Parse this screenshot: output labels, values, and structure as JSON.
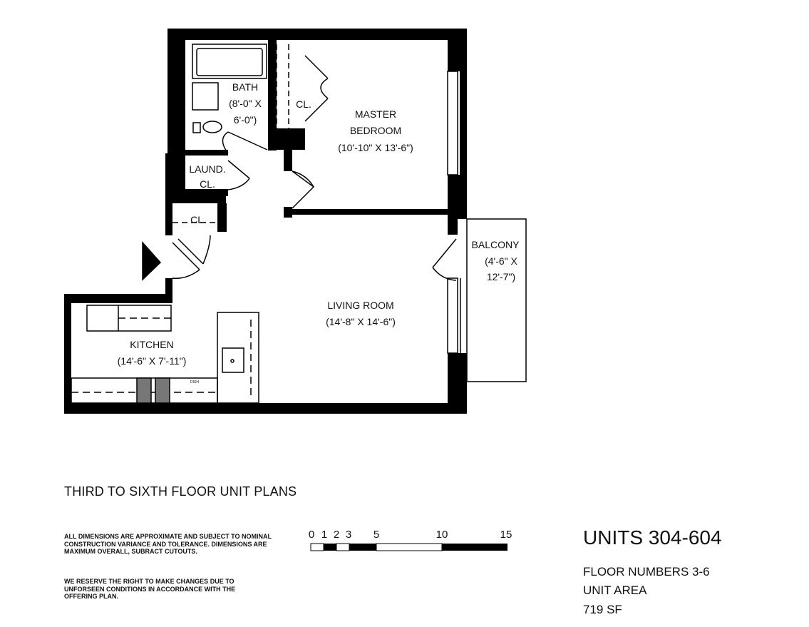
{
  "plan": {
    "rooms": {
      "bath": {
        "name": "BATH",
        "dim1": "(8'-0\" X",
        "dim2": "6'-0\")"
      },
      "closet_bedroom": {
        "name": "CL."
      },
      "master_bedroom": {
        "name1": "MASTER",
        "name2": "BEDROOM",
        "dims": "(10'-10\" X 13'-6\")"
      },
      "laundry": {
        "name1": "LAUND.",
        "name2": "CL."
      },
      "closet_entry": {
        "name": "CL."
      },
      "balcony": {
        "name": "BALCONY",
        "dim1": "(4'-6\" X",
        "dim2": "12'-7\")"
      },
      "living_room": {
        "name": "LIVING ROOM",
        "dims": "(14'-8\" X 14'-6\")"
      },
      "kitchen": {
        "name": "KITCHEN",
        "dims": "(14'-6\" X 7'-11\")",
        "dishwasher": "DISH"
      }
    }
  },
  "title": "THIRD TO SIXTH FLOOR UNIT PLANS",
  "disclaimer": {
    "p1": "ALL DIMENSIONS ARE APPROXIMATE AND SUBJECT TO NOMINAL CONSTRUCTION VARIANCE AND TOLERANCE. DIMENSIONS ARE MAXIMUM OVERALL, SUBRACT CUTOUTS.",
    "p2": "WE RESERVE THE RIGHT TO MAKE CHANGES DUE TO UNFORSEEN CONDITIONS IN ACCORDANCE WITH THE OFFERING PLAN."
  },
  "scale_bar": {
    "labels": [
      "0",
      "1",
      "2",
      "3",
      "5",
      "10",
      "15"
    ]
  },
  "unit_info": {
    "units": "UNITS 304-604",
    "floor_numbers": "FLOOR NUMBERS  3-6",
    "unit_area_label": "UNIT AREA",
    "unit_area_value": "719 SF"
  }
}
